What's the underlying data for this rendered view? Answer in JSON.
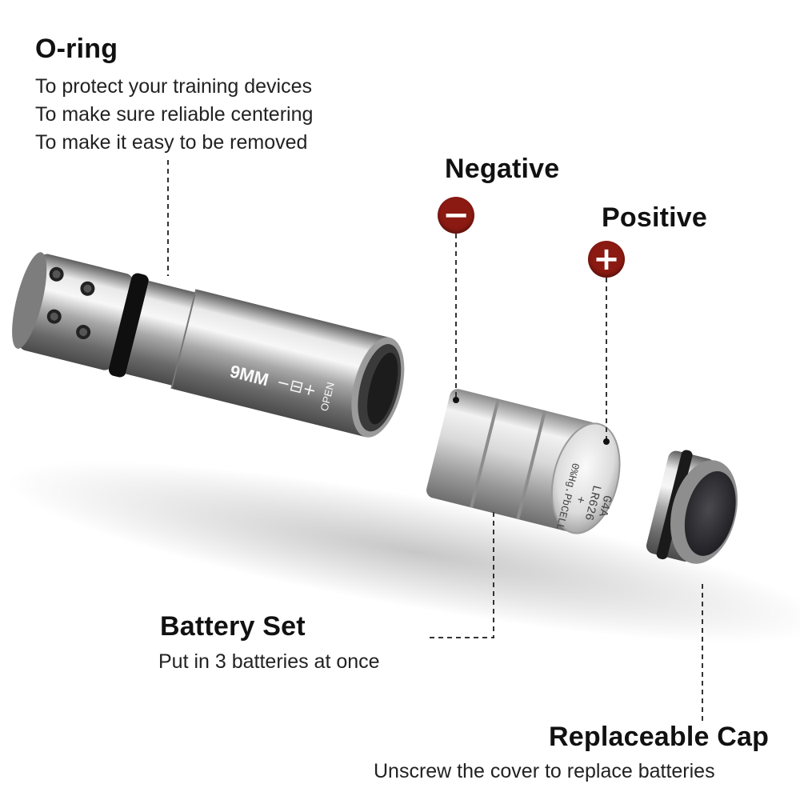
{
  "oring": {
    "title": "O-ring",
    "lines": [
      "To protect your training devices",
      "To make sure reliable centering",
      "To make it easy to be removed"
    ]
  },
  "negative": {
    "title": "Negative",
    "sign": "−"
  },
  "positive": {
    "title": "Positive",
    "sign": "+"
  },
  "battery_set": {
    "title": "Battery Set",
    "desc": "Put in 3 batteries at once"
  },
  "cap": {
    "title": "Replaceable Cap",
    "desc": "Unscrew the cover to replace batteries"
  },
  "product_markings": {
    "caliber": "9MM",
    "symbol": "−⊟+",
    "open": "OPEN",
    "battery_face": [
      "G4A",
      "LR626",
      "+",
      "0%Hg.PbCELL"
    ]
  },
  "colors": {
    "sign_red": "#8b1a12",
    "metal": "#b9b9b9"
  }
}
